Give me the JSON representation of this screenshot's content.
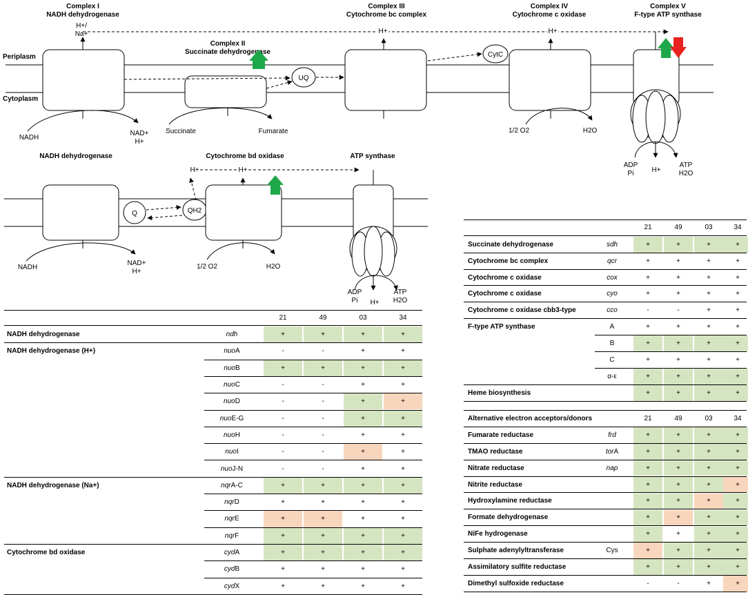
{
  "colors": {
    "green": "#d6e5c1",
    "orange": "#f8d6bd",
    "arrow_up": "#1ea84a",
    "arrow_down": "#e8231f"
  },
  "diagram": {
    "top": {
      "periplasm": "Periplasm",
      "cytoplasm": "Cytoplasm",
      "complex1": [
        "Complex I",
        "NADH dehydrogenase"
      ],
      "complex2": [
        "Complex II",
        "Succinate dehydrogenase"
      ],
      "complex3": [
        "Complex III",
        "Cytochrome bc complex"
      ],
      "complex4": [
        "Complex IV",
        "Cytochrome c oxidase"
      ],
      "complex5": [
        "Complex V",
        "F-type ATP synthase"
      ],
      "h_na": [
        "H+/",
        "Na+"
      ],
      "h": "H+",
      "cytc": "CytC",
      "uq": "UQ",
      "nadh": "NADH",
      "nad": [
        "NAD+",
        "H+"
      ],
      "succinate": "Succinate",
      "fumarate": "Fumarate",
      "o2": "1/2 O2",
      "h2o": "H2O",
      "adp": [
        "ADP",
        "Pi"
      ],
      "atp": [
        "ATP",
        "H2O"
      ]
    },
    "bottom": {
      "ndh": "NADH dehydrogenase",
      "cydox": "Cytochrome bd oxidase",
      "atps": "ATP synthase",
      "h": "H+",
      "q": "Q",
      "qh2": "QH2",
      "nadh": "NADH",
      "nad": [
        "NAD+",
        "H+"
      ],
      "o2": "1/2 O2",
      "h2o": "H2O",
      "adp": [
        "ADP",
        "Pi"
      ],
      "atp": [
        "ATP",
        "H2O"
      ]
    }
  },
  "left_table": {
    "header": [
      "21",
      "49",
      "03",
      "34"
    ],
    "rows": [
      {
        "label": "NADH dehydrogenase",
        "pre": "ndh",
        "suf": "",
        "vals": [
          "+",
          "+",
          "+",
          "+"
        ],
        "bg": [
          "g",
          "g",
          "g",
          "g"
        ]
      },
      {
        "label": "NADH dehydrogenase (H+)",
        "pre": "nuo",
        "suf": "A",
        "vals": [
          "-",
          "-",
          "+",
          "+"
        ],
        "bg": [
          "",
          "",
          "",
          ""
        ]
      },
      {
        "label": "",
        "pre": "nuo",
        "suf": "B",
        "vals": [
          "+",
          "+",
          "+",
          "+"
        ],
        "bg": [
          "g",
          "g",
          "g",
          "g"
        ]
      },
      {
        "label": "",
        "pre": "nuo",
        "suf": "C",
        "vals": [
          "-",
          "-",
          "+",
          "+"
        ],
        "bg": [
          "",
          "",
          "",
          ""
        ]
      },
      {
        "label": "",
        "pre": "nuo",
        "suf": "D",
        "vals": [
          "-",
          "-",
          "+",
          "+"
        ],
        "bg": [
          "",
          "",
          "g",
          "o"
        ]
      },
      {
        "label": "",
        "pre": "nuo",
        "suf": "E-G",
        "vals": [
          "-",
          "-",
          "+",
          "+"
        ],
        "bg": [
          "",
          "",
          "g",
          "g"
        ]
      },
      {
        "label": "",
        "pre": "nuo",
        "suf": "H",
        "vals": [
          "-",
          "-",
          "+",
          "+"
        ],
        "bg": [
          "",
          "",
          "",
          ""
        ]
      },
      {
        "label": "",
        "pre": "nuo",
        "suf": "I",
        "vals": [
          "-",
          "-",
          "+",
          "+"
        ],
        "bg": [
          "",
          "",
          "o",
          ""
        ]
      },
      {
        "label": "",
        "pre": "nuo",
        "suf": "J-N",
        "vals": [
          "-",
          "-",
          "+",
          "+"
        ],
        "bg": [
          "",
          "",
          "",
          ""
        ]
      },
      {
        "label": "NADH dehydrogenase (Na+)",
        "pre": "nqr",
        "suf": "A-C",
        "vals": [
          "+",
          "+",
          "+",
          "+"
        ],
        "bg": [
          "g",
          "g",
          "g",
          "g"
        ]
      },
      {
        "label": "",
        "pre": "nqr",
        "suf": "D",
        "vals": [
          "+",
          "+",
          "+",
          "+"
        ],
        "bg": [
          "",
          "",
          "",
          ""
        ]
      },
      {
        "label": "",
        "pre": "nqr",
        "suf": "E",
        "vals": [
          "+",
          "+",
          "+",
          "+"
        ],
        "bg": [
          "o",
          "o",
          "",
          ""
        ]
      },
      {
        "label": "",
        "pre": "nqr",
        "suf": "F",
        "vals": [
          "+",
          "+",
          "+",
          "+"
        ],
        "bg": [
          "g",
          "g",
          "g",
          "g"
        ]
      },
      {
        "label": "Cytochrome bd oxidase",
        "pre": "cyd",
        "suf": "A",
        "vals": [
          "+",
          "+",
          "+",
          "+"
        ],
        "bg": [
          "g",
          "g",
          "g",
          "g"
        ]
      },
      {
        "label": "",
        "pre": "cyd",
        "suf": "B",
        "vals": [
          "+",
          "+",
          "+",
          "+"
        ],
        "bg": [
          "",
          "",
          "",
          ""
        ]
      },
      {
        "label": "",
        "pre": "cyd",
        "suf": "X",
        "vals": [
          "+",
          "+",
          "+",
          "+"
        ],
        "bg": [
          "",
          "",
          "",
          ""
        ]
      }
    ]
  },
  "right_table": {
    "header": [
      "21",
      "49",
      "03",
      "34"
    ],
    "rows": [
      {
        "label": "Succinate dehydrogenase",
        "pre": "sdh",
        "suf": "",
        "vals": [
          "+",
          "+",
          "+",
          "+"
        ],
        "bg": [
          "g",
          "g",
          "g",
          "g"
        ]
      },
      {
        "label": "Cytochrome bc complex",
        "pre": "qcr",
        "suf": "",
        "vals": [
          "+",
          "+",
          "+",
          "+"
        ],
        "bg": [
          "",
          "",
          "",
          ""
        ]
      },
      {
        "label": "Cytochrome c oxidase",
        "pre": "cox",
        "suf": "",
        "vals": [
          "+",
          "+",
          "+",
          "+"
        ],
        "bg": [
          "",
          "",
          "",
          ""
        ]
      },
      {
        "label": "Cytochrome c oxidase",
        "pre": "cyo",
        "suf": "",
        "vals": [
          "+",
          "+",
          "+",
          "+"
        ],
        "bg": [
          "",
          "",
          "",
          ""
        ]
      },
      {
        "label": "Cytochrome c oxidase cbb3-type",
        "pre": "cco",
        "suf": "",
        "vals": [
          "-",
          "-",
          "+",
          "+"
        ],
        "bg": [
          "",
          "",
          "",
          ""
        ]
      },
      {
        "label": "F-type ATP synthase",
        "pre": "",
        "suf": "A",
        "vals": [
          "+",
          "+",
          "+",
          "+"
        ],
        "bg": [
          "",
          "",
          "",
          ""
        ]
      },
      {
        "label": "",
        "pre": "",
        "suf": "B",
        "vals": [
          "+",
          "+",
          "+",
          "+"
        ],
        "bg": [
          "g",
          "g",
          "g",
          "g"
        ]
      },
      {
        "label": "",
        "pre": "",
        "suf": "C",
        "vals": [
          "+",
          "+",
          "+",
          "+"
        ],
        "bg": [
          "",
          "",
          "",
          ""
        ]
      },
      {
        "label": "",
        "pre": "",
        "suf": "α-ε",
        "vals": [
          "+",
          "+",
          "+",
          "+"
        ],
        "bg": [
          "g",
          "g",
          "g",
          "g"
        ]
      },
      {
        "label": "Heme biosynthesis",
        "pre": "",
        "suf": "",
        "vals": [
          "+",
          "+",
          "+",
          "+"
        ],
        "bg": [
          "g",
          "g",
          "g",
          "g"
        ]
      }
    ],
    "alt_header": {
      "label": "Alternative electron acceptors/donors",
      "cols": [
        "21",
        "49",
        "03",
        "34"
      ]
    },
    "alt_rows": [
      {
        "label": "Fumarate reductase",
        "pre": "frd",
        "suf": "",
        "vals": [
          "+",
          "+",
          "+",
          "+"
        ],
        "bg": [
          "g",
          "g",
          "g",
          "g"
        ]
      },
      {
        "label": "TMAO reductase",
        "pre": "tor",
        "suf": "A",
        "vals": [
          "+",
          "+",
          "+",
          "+"
        ],
        "bg": [
          "g",
          "g",
          "g",
          "g"
        ]
      },
      {
        "label": "Nitrate reductase",
        "pre": "nap",
        "suf": "",
        "vals": [
          "+",
          "+",
          "+",
          "+"
        ],
        "bg": [
          "g",
          "g",
          "g",
          "g"
        ]
      },
      {
        "label": "Nitrite reductase",
        "pre": "",
        "suf": "",
        "vals": [
          "+",
          "+",
          "+",
          "+"
        ],
        "bg": [
          "g",
          "g",
          "g",
          "o"
        ]
      },
      {
        "label": "Hydroxylamine reductase",
        "pre": "",
        "suf": "",
        "vals": [
          "+",
          "+",
          "+",
          "+"
        ],
        "bg": [
          "g",
          "g",
          "o",
          "g"
        ]
      },
      {
        "label": "Formate dehydrogenase",
        "pre": "",
        "suf": "",
        "vals": [
          "+",
          "+",
          "+",
          "+"
        ],
        "bg": [
          "g",
          "o",
          "g",
          "g"
        ]
      },
      {
        "label": "NiFe hydrogenase",
        "pre": "",
        "suf": "",
        "vals": [
          "+",
          "+",
          "+",
          "+"
        ],
        "bg": [
          "g",
          "",
          "g",
          "g"
        ]
      },
      {
        "label": "Sulphate adenylyltransferase",
        "pre": "",
        "suf": "Cys",
        "vals": [
          "+",
          "+",
          "+",
          "+"
        ],
        "bg": [
          "o",
          "g",
          "g",
          "g"
        ]
      },
      {
        "label": "Assimilatory sulfite reductase",
        "pre": "",
        "suf": "",
        "vals": [
          "+",
          "+",
          "+",
          "+"
        ],
        "bg": [
          "g",
          "g",
          "g",
          "g"
        ]
      },
      {
        "label": "Dimethyl sulfoxide reductase",
        "pre": "",
        "suf": "",
        "vals": [
          "-",
          "-",
          "+",
          "+"
        ],
        "bg": [
          "",
          "",
          "",
          "o"
        ]
      }
    ]
  }
}
